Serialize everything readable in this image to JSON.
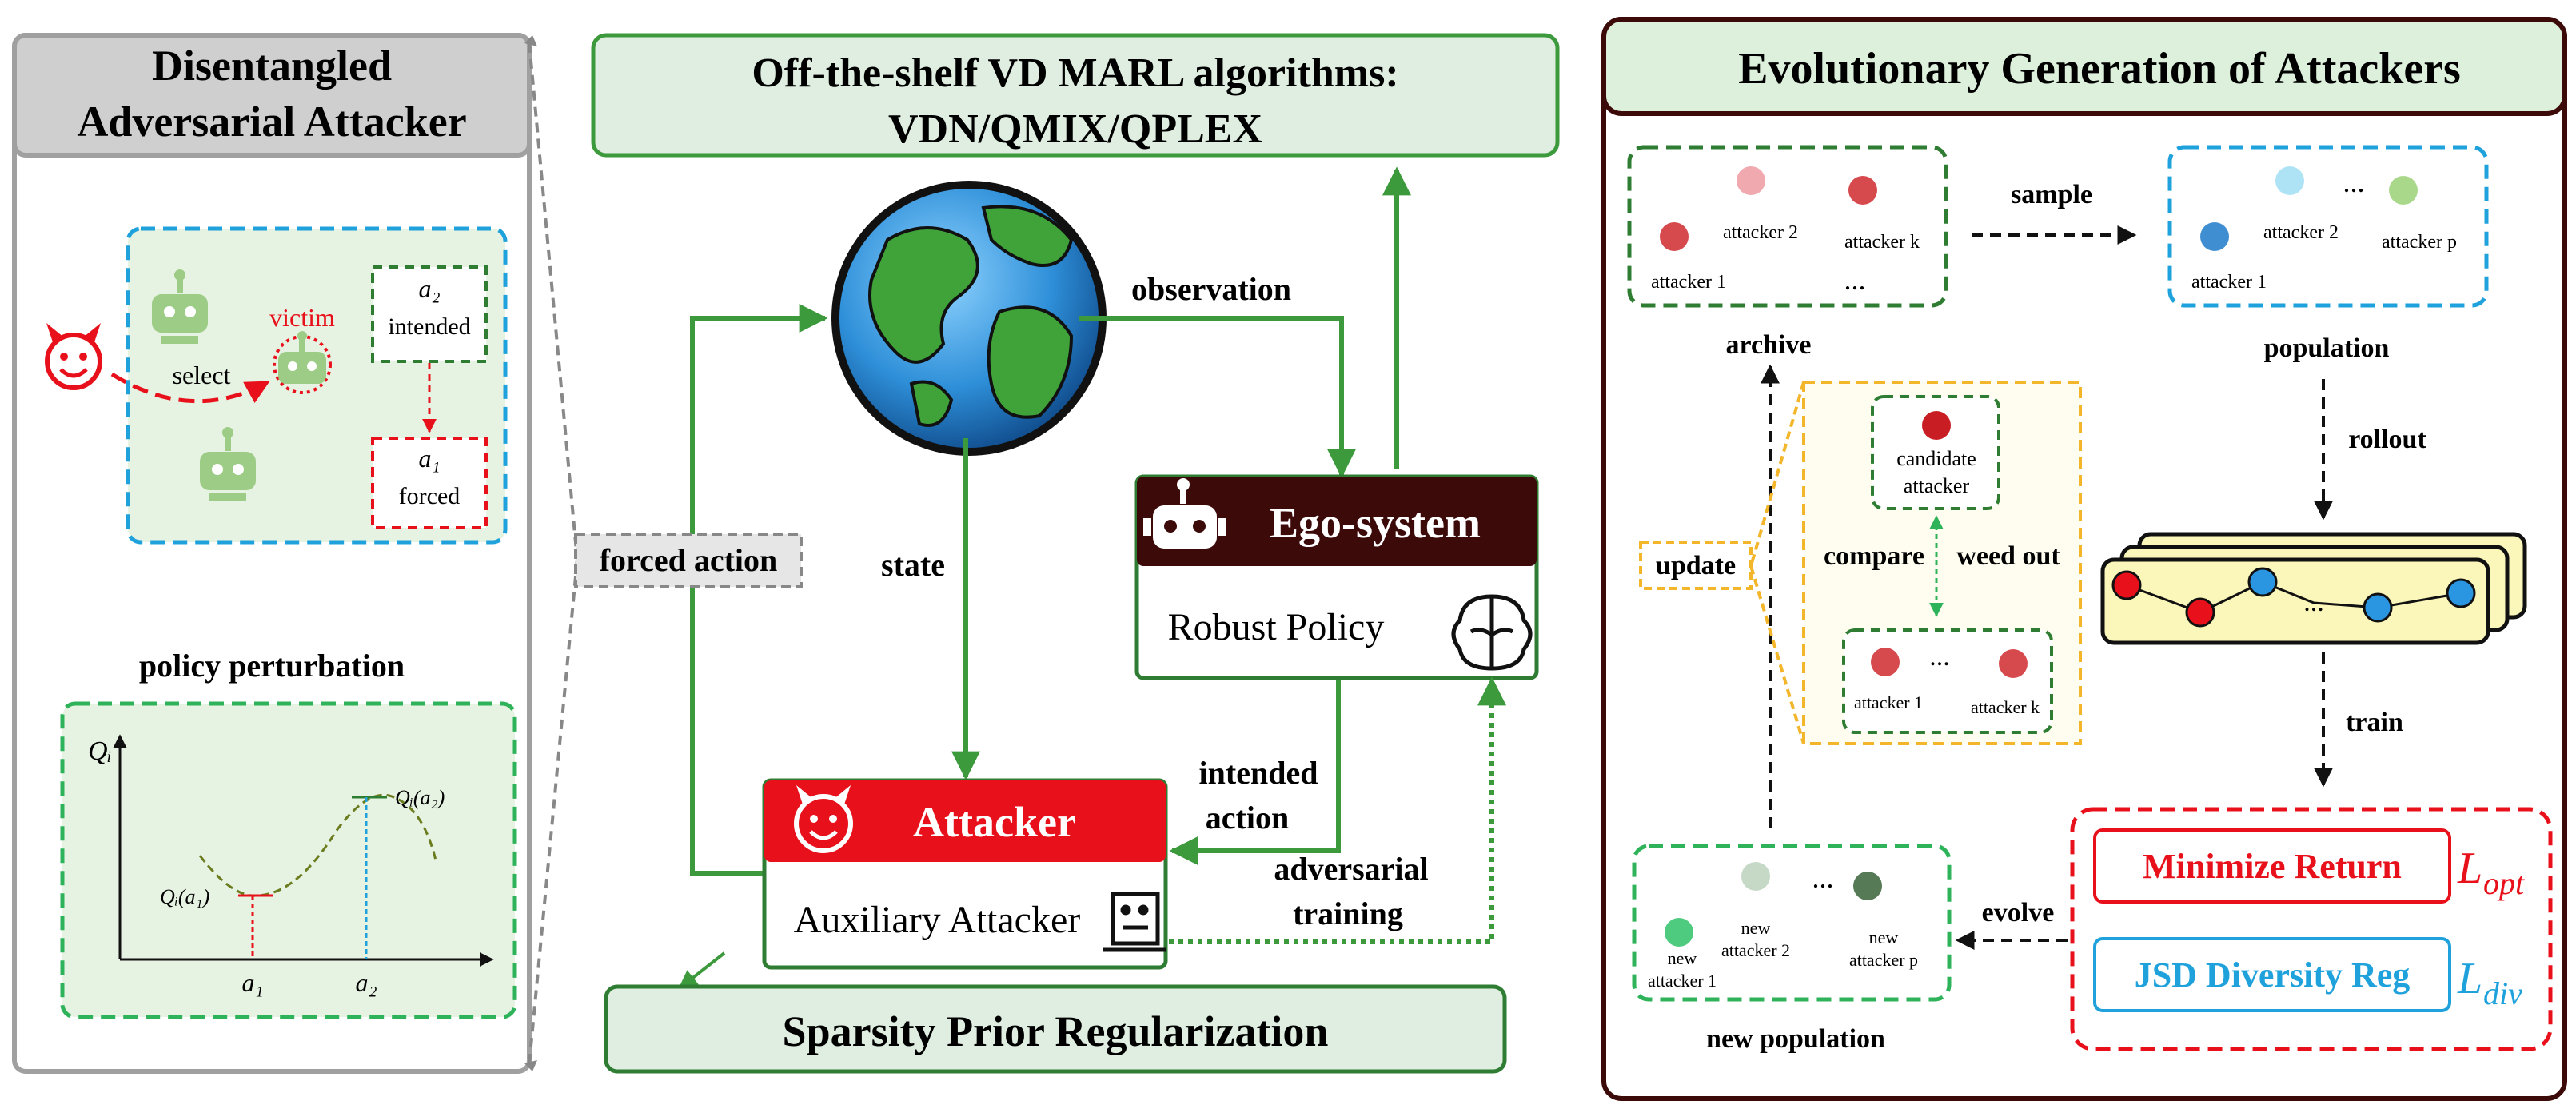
{
  "colors": {
    "green_dark": "#2e7d32",
    "green_mid": "#3c9a3c",
    "green_light": "#e3f2e3",
    "blue_dash": "#1fa2dc",
    "red": "#e8111b",
    "maroon": "#3d0a0a",
    "orange_dash": "#f3b529",
    "yellow_fill": "#fbf6b9",
    "grey_border": "#9a9a9a",
    "grey_fill": "#cccccc"
  },
  "left_panel": {
    "title_line1": "Disentangled",
    "title_line2": "Adversarial Attacker",
    "victim_label": "victim",
    "select_label": "select",
    "intended_symbol": "a₂",
    "intended_label": "intended",
    "forced_symbol": "a₁",
    "forced_label": "forced",
    "perturbation_title": "policy perturbation",
    "q_axis_label": "Qᵢ",
    "q_a1_label": "Qᵢ(a₁)",
    "q_a2_label": "Qᵢ(a₂)",
    "x_tick_a1": "a₁",
    "x_tick_a2": "a₂"
  },
  "middle_panel": {
    "top_title_line1": "Off-the-shelf VD MARL algorithms:",
    "top_title_line2": "VDN/QMIX/QPLEX",
    "observation_label": "observation",
    "state_label": "state",
    "forced_action_label": "forced action",
    "ego_system_title": "Ego-system",
    "robust_policy_label": "Robust Policy",
    "intended_action_line1": "intended",
    "intended_action_line2": "action",
    "adversarial_training_line1": "adversarial",
    "adversarial_training_line2": "training",
    "attacker_title": "Attacker",
    "auxiliary_attacker_label": "Auxiliary Attacker",
    "sparsity_label": "Sparsity Prior Regularization"
  },
  "right_panel": {
    "title": "Evolutionary Generation of Attackers",
    "archive_label": "archive",
    "archive_items": [
      "attacker 1",
      "attacker 2",
      "attacker k"
    ],
    "sample_label": "sample",
    "population_label": "population",
    "population_items": [
      "attacker 1",
      "attacker 2",
      "attacker p"
    ],
    "rollout_label": "rollout",
    "train_label": "train",
    "update_label": "update",
    "candidate_line1": "candidate",
    "candidate_line2": "attacker",
    "compare_label": "compare",
    "weed_out_label": "weed out",
    "inner_items": [
      "attacker 1",
      "attacker k"
    ],
    "minimize_return_label": "Minimize Return",
    "l_opt_label": "L",
    "l_opt_sub": "opt",
    "jsd_label": "JSD Diversity Reg",
    "l_div_label": "L",
    "l_div_sub": "div",
    "evolve_label": "evolve",
    "new_population_label": "new population",
    "new_attacker1_line1": "new",
    "new_attacker1_line2": "attacker 1",
    "new_attacker2_line1": "new",
    "new_attacker2_line2": "attacker 2",
    "new_attackerp_line1": "new",
    "new_attackerp_line2": "attacker p",
    "ellipsis": "..."
  }
}
